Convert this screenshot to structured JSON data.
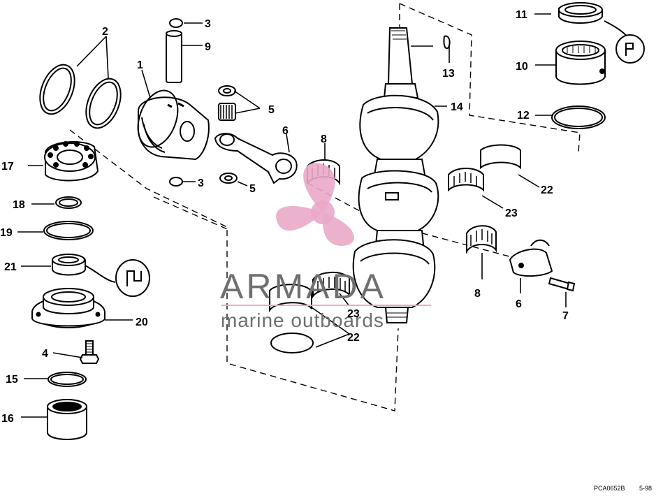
{
  "diagram": {
    "part_labels": {
      "p1": "1",
      "p2": "2",
      "p3a": "3",
      "p3b": "3",
      "p4": "4",
      "p5a": "5",
      "p5b": "5",
      "p6a": "6",
      "p6b": "6",
      "p7": "7",
      "p8a": "8",
      "p8b": "8",
      "p9": "9",
      "p10": "10",
      "p11": "11",
      "p12": "12",
      "p13": "13",
      "p14": "14",
      "p15": "15",
      "p16": "16",
      "p17": "17",
      "p18": "18",
      "p19": "19",
      "p20": "20",
      "p21": "21",
      "p22a": "22",
      "p22b": "22",
      "p23a": "23",
      "p23b": "23"
    },
    "drawing_code": "PCA0652B",
    "drawing_date": "5-98"
  },
  "watermark": {
    "brand": "ARMADA",
    "tagline": "marine outboards",
    "logo_color": "#e9a9c8",
    "text_color": "#6f6f6f"
  }
}
